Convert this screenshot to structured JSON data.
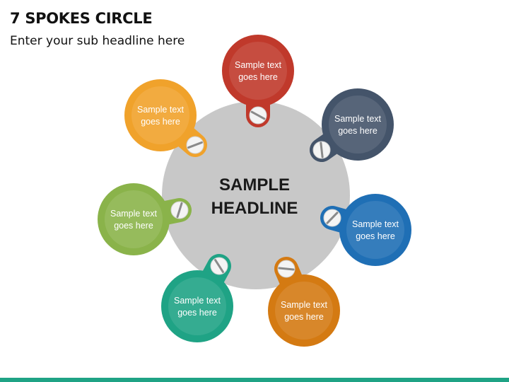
{
  "title": "7 SPOKES CIRCLE",
  "subtitle": "Enter your sub headline here",
  "hub": {
    "line1": "SAMPLE",
    "line2": "HEADLINE",
    "color": "#c8c8c8"
  },
  "spokes": [
    {
      "line1": "Sample text",
      "line2": "goes here",
      "color": "#c0392b"
    },
    {
      "line1": "Sample text",
      "line2": "goes here",
      "color": "#44546a"
    },
    {
      "line1": "Sample text",
      "line2": "goes here",
      "color": "#1f6fb5"
    },
    {
      "line1": "Sample text",
      "line2": "goes here",
      "color": "#d47a12"
    },
    {
      "line1": "Sample text",
      "line2": "goes here",
      "color": "#1fa385"
    },
    {
      "line1": "Sample text",
      "line2": "goes here",
      "color": "#8ab34a"
    },
    {
      "line1": "Sample text",
      "line2": "goes here",
      "color": "#f0a22b"
    }
  ],
  "accent_bar_color": "#1fa385"
}
